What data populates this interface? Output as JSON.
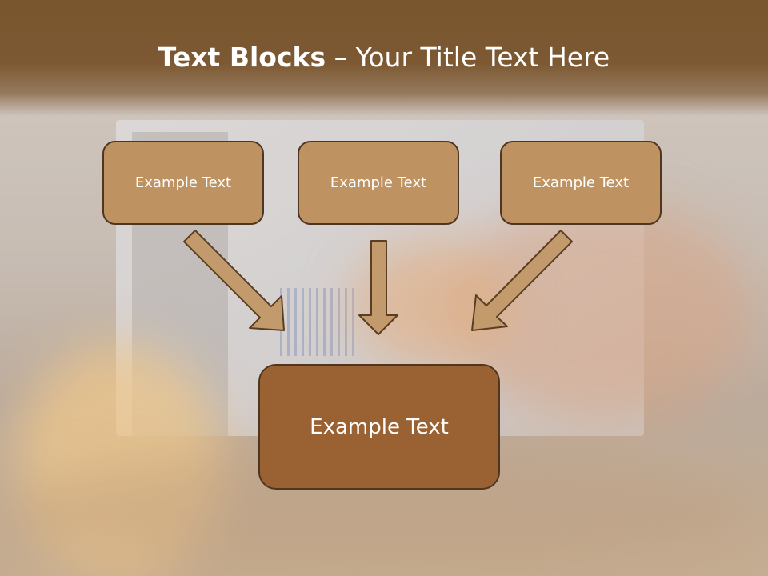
{
  "slide": {
    "title_strong": "Text Blocks",
    "title_rest": " – Your Title Text Here"
  },
  "blocks": {
    "top_left": "Example Text",
    "top_middle": "Example Text",
    "top_right": "Example Text",
    "bottom": "Example Text"
  },
  "colors": {
    "header": "#7a562f",
    "small_box": "#bf9361",
    "big_box": "#9a6232",
    "arrow_fill": "#c29a6b",
    "outline": "#4e3620"
  }
}
